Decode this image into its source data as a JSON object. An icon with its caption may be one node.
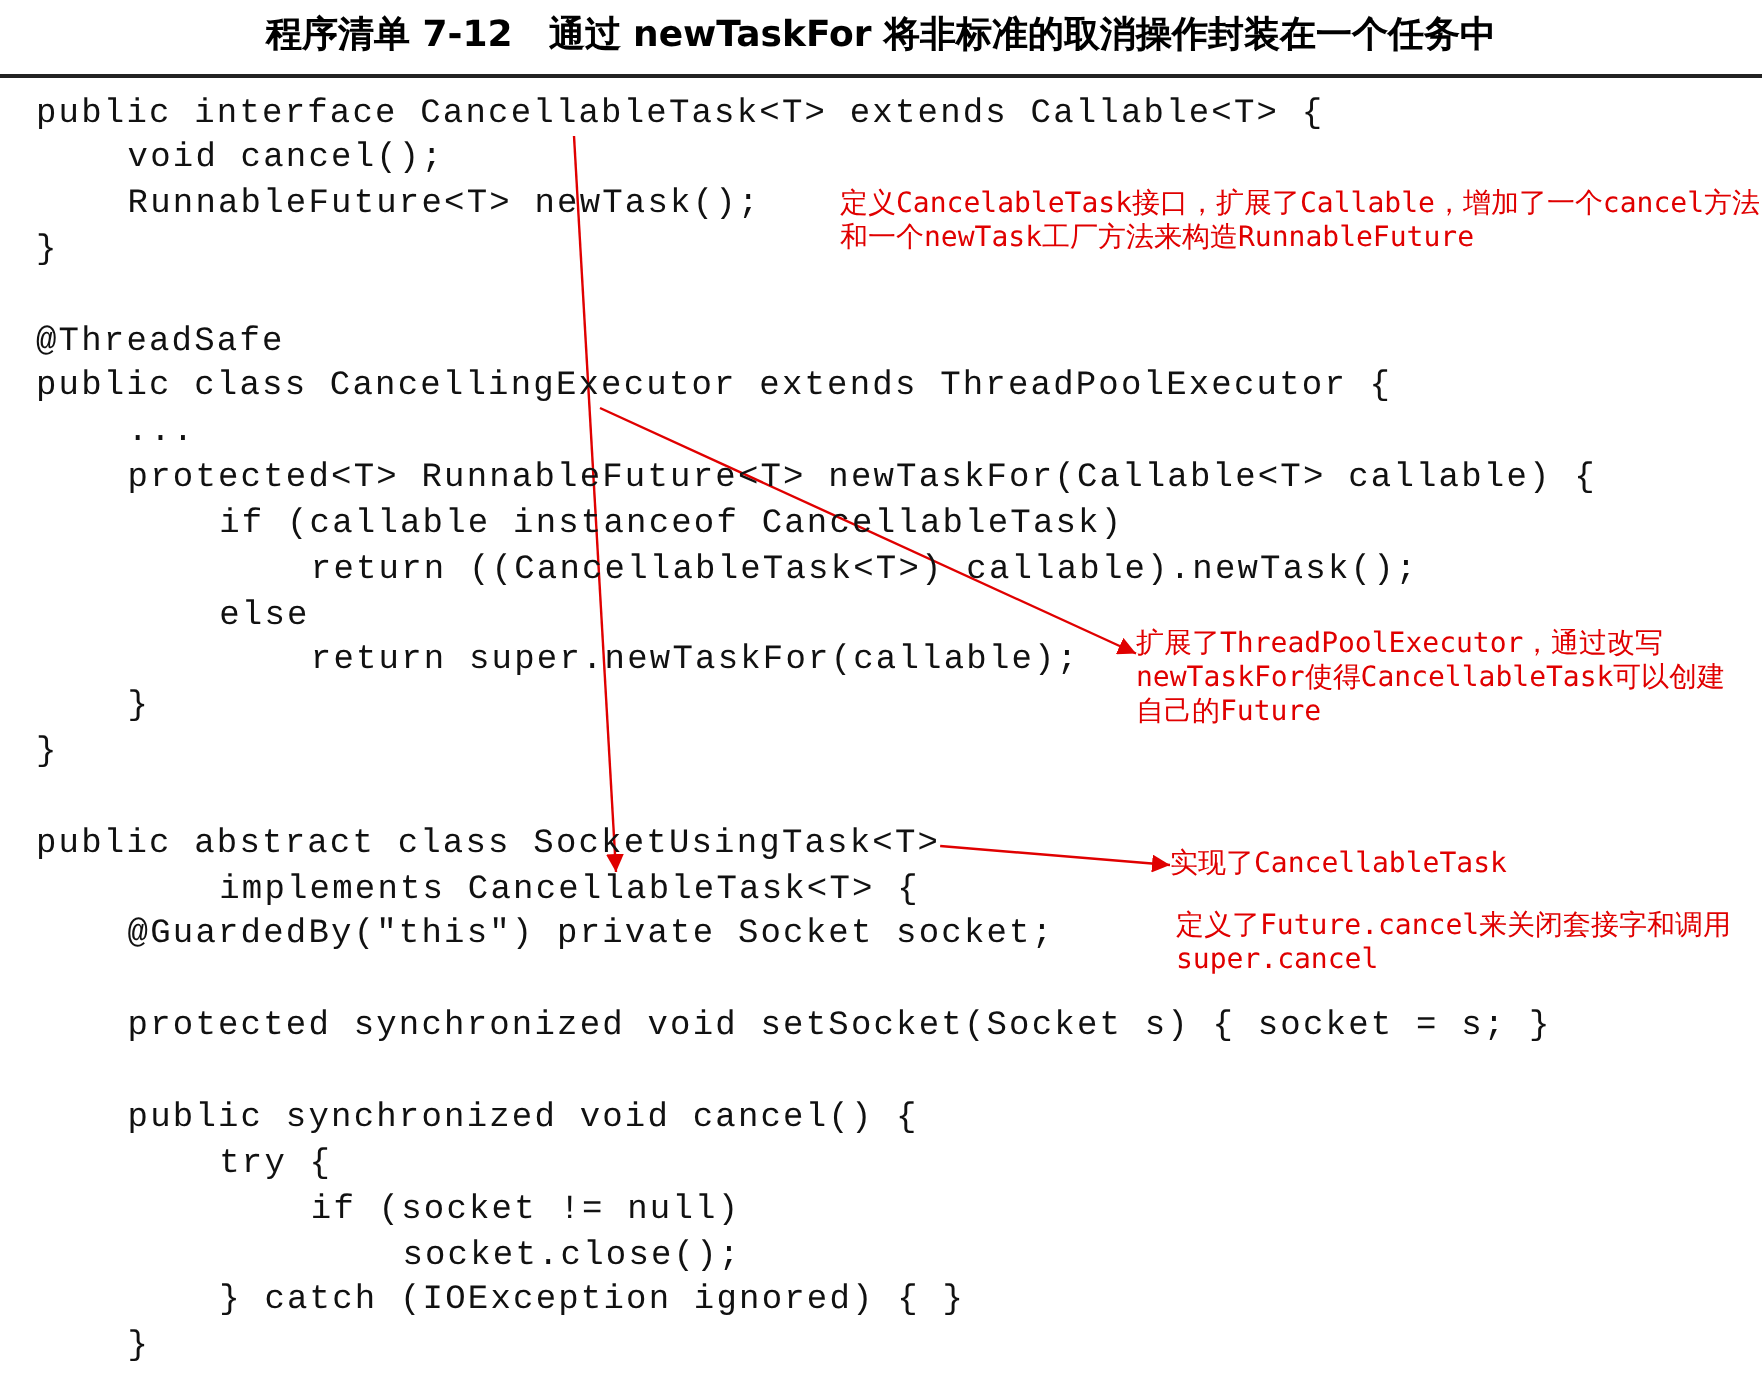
{
  "diagram": {
    "title": "程序清单 7-12　通过 newTaskFor 将非标准的取消操作封装在一个任务中",
    "nodes": [
      {
        "text": [
          "public interface CancellableTask<T> extends Callable<T> {"
        ]
      },
      {
        "text": [
          "public class CancellingExecutor extends ThreadPoolExecutor {"
        ]
      },
      {
        "text": [
          "扩展了ThreadPoolExecutor，通过改写newTaskFor使得CancellableTask可以创建自己的Future"
        ]
      },
      {
        "text": [
          "public abstract class SocketUsingTask<T>"
        ]
      },
      {
        "text": [
          "implements CancellableTask<T> {"
        ]
      },
      {
        "text": [
          "实现了CancellableTask"
        ]
      }
    ],
    "edges": [
      {
        "from": 0,
        "to": 4,
        "arrow": "to"
      },
      {
        "from": 1,
        "to": 2,
        "arrow": "to"
      },
      {
        "from": 3,
        "to": 5,
        "arrow": "to"
      }
    ],
    "labels": [
      "void cancel();",
      "RunnableFuture<T> newTask();",
      "定义CancelableTask接口，扩展了Callable，增加了一个cancel方法和一个newTask工厂方法来构造RunnableFuture",
      "}",
      "@ThreadSafe",
      "...",
      "protected<T> RunnableFuture<T> newTaskFor(Callable<T> callable) {",
      "if (callable instanceof CancellableTask)",
      "return ((CancellableTask<T>) callable).newTask();",
      "else",
      "return super.newTaskFor(callable);",
      "}",
      "}",
      "定义了Future.cancel来关闭套接字和调用super.cancel",
      "@GuardedBy(\"this\") private Socket socket;",
      "protected synchronized void setSocket(Socket s) { socket = s; }",
      "public synchronized void cancel() {",
      "try {",
      "if (socket != null)",
      "socket.close();",
      "} catch (IOException ignored) { }",
      "}"
    ]
  }
}
